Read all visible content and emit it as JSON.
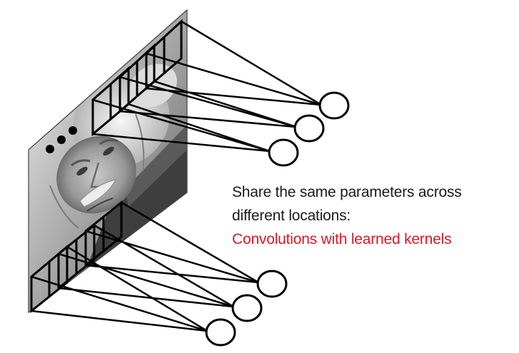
{
  "caption": {
    "line1": "Share the same parameters across",
    "line2": "different locations:",
    "line3": "Convolutions with learned kernels"
  },
  "colors": {
    "text": "#1a1a1a",
    "highlight": "#cc1f2a",
    "stroke": "#000000"
  },
  "ellipsis": "•••"
}
